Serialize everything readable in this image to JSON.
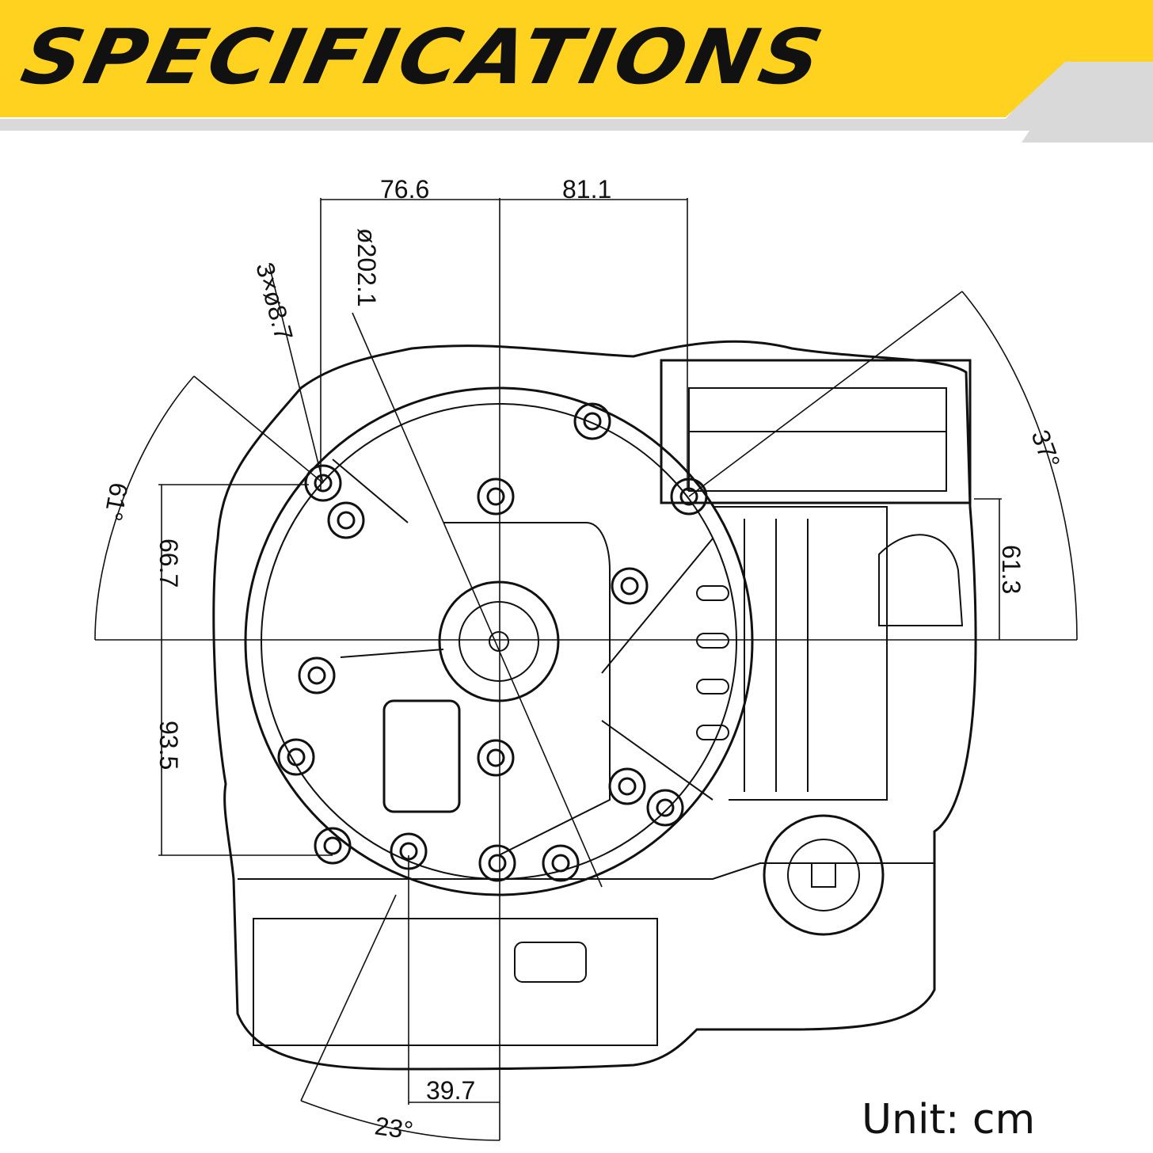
{
  "header": {
    "title": "SPECIFICATIONS",
    "accent_color": "#FFD21F",
    "shadow_color": "#D9D9D9"
  },
  "dimensions": {
    "top_left": "76.6",
    "top_right": "81.1",
    "diameter": "ø202.1",
    "holes": "3×ø8.7",
    "angle_left": "61°",
    "angle_right": "37°",
    "left_upper": "66.7",
    "left_lower": "93.5",
    "right_upper": "61.3",
    "bottom": "39.7",
    "angle_bottom": "23°"
  },
  "unit_label": "Unit: cm"
}
